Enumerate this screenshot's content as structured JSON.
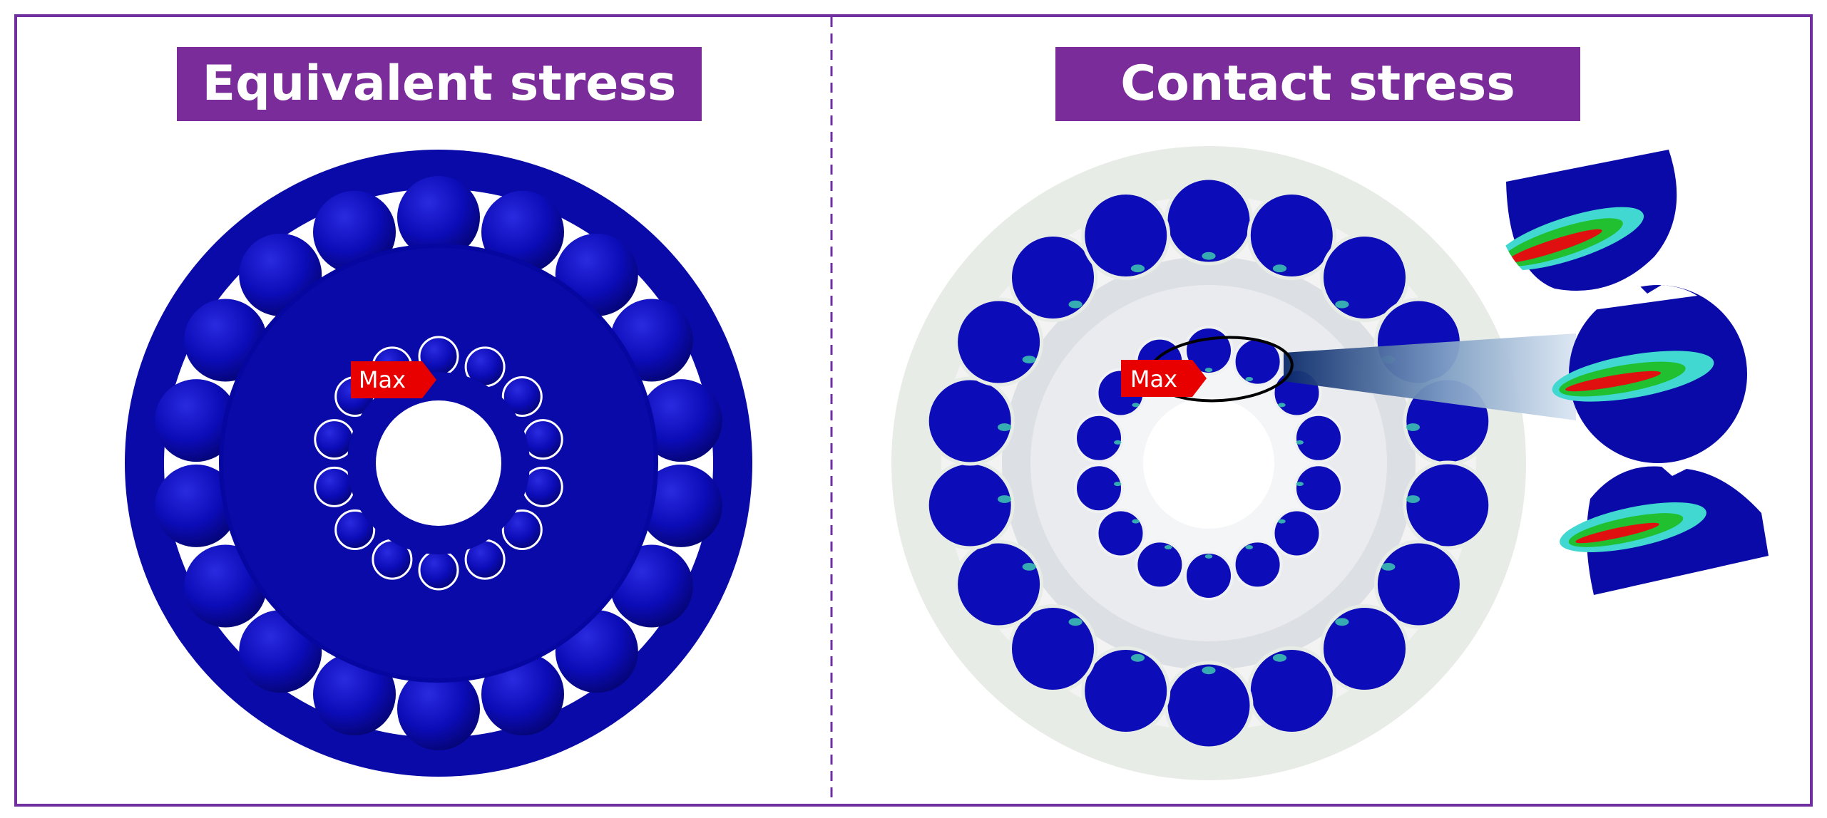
{
  "panels": [
    {
      "title": "Equivalent stress",
      "marker": "Max"
    },
    {
      "title": "Contact stress",
      "marker": "Max"
    }
  ],
  "colors": {
    "frame": "#7030a0",
    "title_bg": "#7b2c9b",
    "title_text": "#ffffff",
    "steel_blue": "#0a0aa8",
    "ring_grey": "#e8ece6",
    "inner_grey": "#dcdfe3",
    "marker_red": "#e80000",
    "hot_red": "#e01010",
    "hot_green": "#20c030",
    "hot_cyan": "#40d8d0"
  }
}
